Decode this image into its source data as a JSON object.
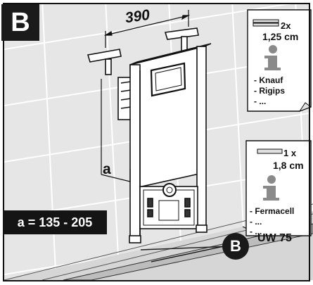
{
  "panel": {
    "badge": "B",
    "width_dimension": "390",
    "depth_label": "a",
    "depth_range": "a = 135 - 205",
    "track_label": "UW 75",
    "callout_badge": "B"
  },
  "board_cards": [
    {
      "quantity": "2x",
      "thickness": "1,25 cm",
      "materials": [
        "- Knauf",
        "- Rigips",
        "- ..."
      ]
    },
    {
      "quantity": "1 x",
      "thickness": "1,8 cm",
      "materials": [
        "- Fermacell",
        "- ...",
        "- ..."
      ]
    }
  ],
  "icons": {
    "info": "info-icon",
    "board": "board-sheet-icon"
  },
  "colors": {
    "ink": "#111111",
    "tile_bg": "#e6e6e6",
    "label_bg": "#141414",
    "frame_fill": "#ffffff"
  }
}
